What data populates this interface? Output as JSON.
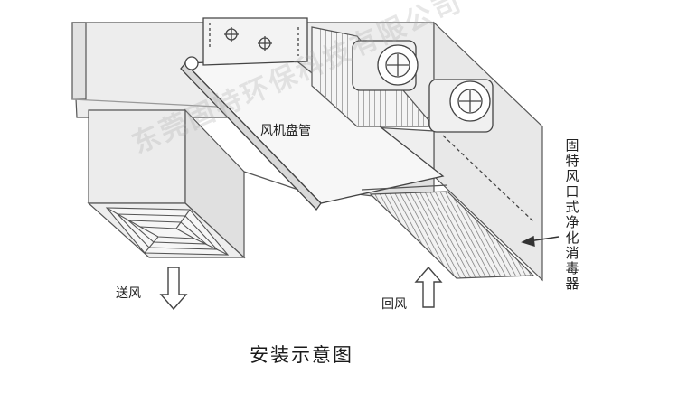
{
  "diagram": {
    "caption": "安装示意图",
    "labels": {
      "fan_coil": "风机盘管",
      "supply_air": "送风",
      "return_air": "回风",
      "purifier": "固特风口式净化消毒器"
    },
    "watermark": "东莞固特环保科技有限公司",
    "icons": {
      "supply_arrow": "down-arrow-icon",
      "return_arrow": "up-arrow-icon",
      "purifier_pointer": "left-arrow-icon",
      "fan": "fan-icon",
      "diffuser": "square-diffuser-icon"
    }
  }
}
